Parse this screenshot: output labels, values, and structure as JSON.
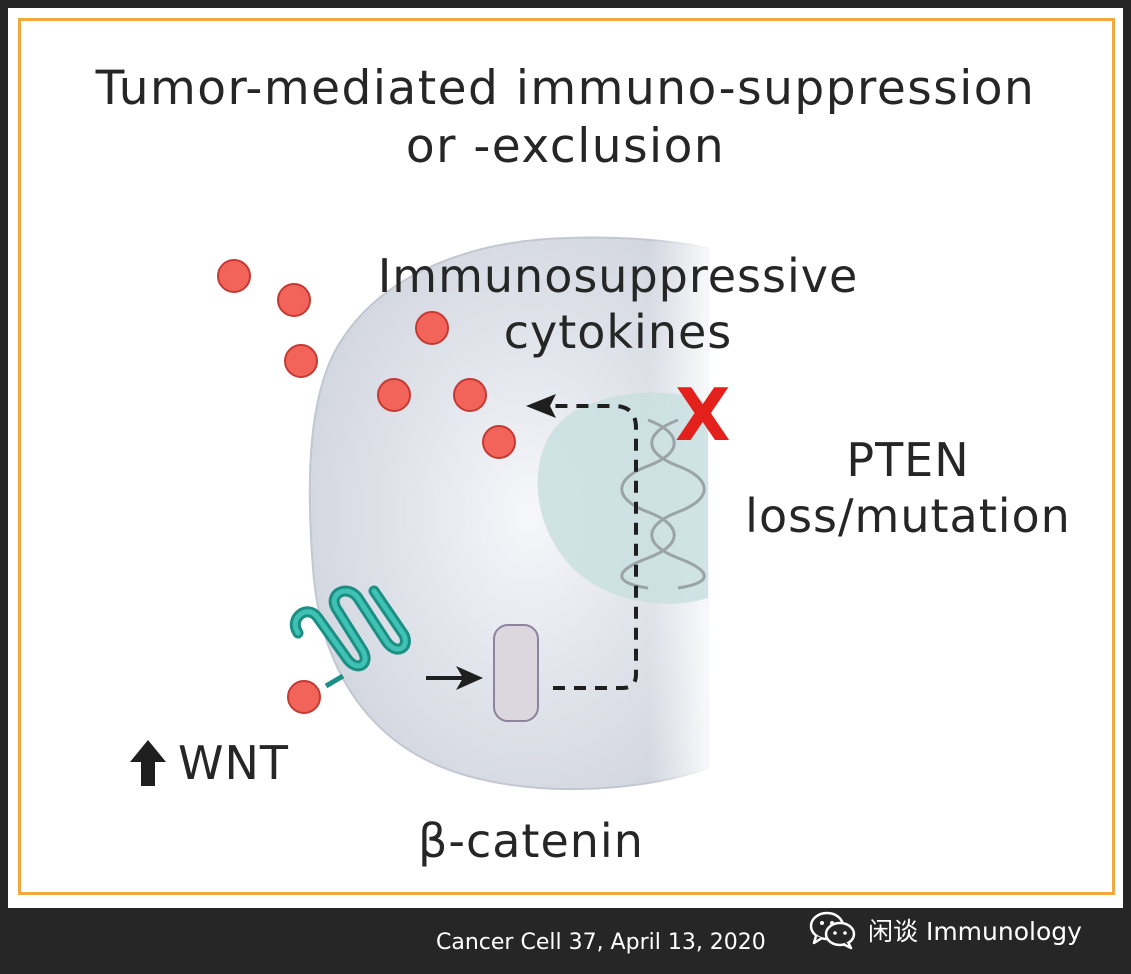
{
  "diagram": {
    "title_lines": [
      "Tumor-mediated immuno-suppression",
      "or -exclusion"
    ],
    "cytokines_lines": [
      "Immunosuppressive",
      "cytokines"
    ],
    "pten_lines": [
      "PTEN",
      "loss/mutation"
    ],
    "wnt_label": "WNT",
    "beta_catenin_label": "β-catenin",
    "x_mark": "X"
  },
  "footer": {
    "citation": "Cancer Cell 37, April 13, 2020",
    "brand": "闲谈 Immunology"
  },
  "icons": {
    "wnt": "up-arrow-icon",
    "brand": "wechat-logo-icon"
  },
  "colors": {
    "frame": "#f2a93b",
    "cytokine": "#f2645a",
    "receptor": "#22a89a",
    "x_mark": "#e4201d",
    "cell": "#dde0e7",
    "nucleus": "#c9dfe1"
  }
}
